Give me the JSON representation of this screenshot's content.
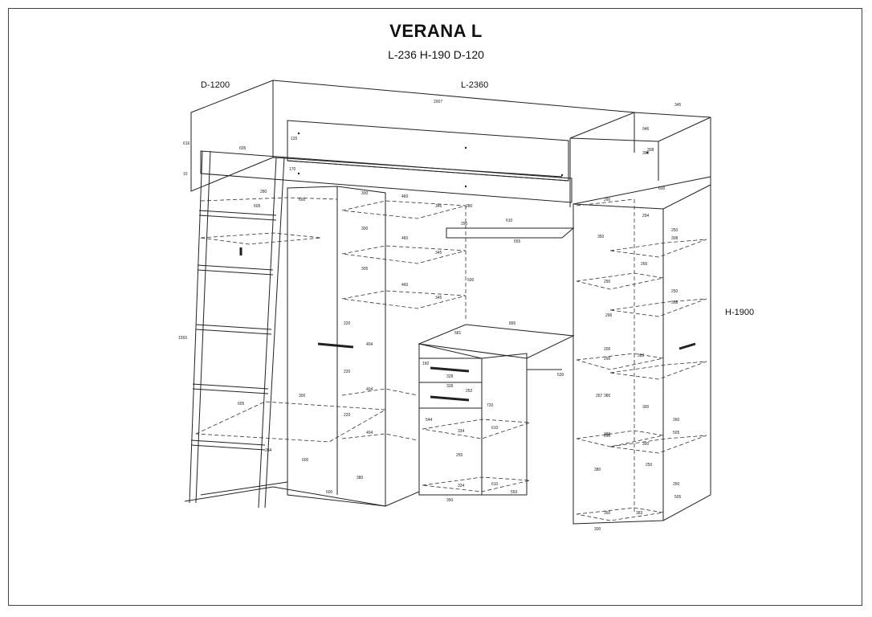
{
  "title": "VERANA L",
  "subtitle": "L-236 H-190 D-120",
  "dims": {
    "depth": "D-1200",
    "length": "L-2360",
    "height": "H-1900"
  },
  "measurements": [
    "2007",
    "345",
    "605",
    "616",
    "120",
    "170",
    "10",
    "280",
    "605",
    "600",
    "300",
    "460",
    "345",
    "300",
    "460",
    "345",
    "305",
    "460",
    "345",
    "220",
    "404",
    "220",
    "404",
    "220",
    "404",
    "280",
    "290",
    "610",
    "555",
    "500",
    "581",
    "895",
    "530",
    "160",
    "328",
    "328",
    "252",
    "720",
    "544",
    "334",
    "610",
    "255",
    "334",
    "610",
    "350",
    "550",
    "605",
    "300",
    "946",
    "1565",
    "204",
    "600",
    "600",
    "380",
    "290",
    "308",
    "350",
    "300",
    "600",
    "290",
    "294",
    "266",
    "250",
    "308",
    "296",
    "200",
    "250",
    "308",
    "290",
    "380",
    "383",
    "380",
    "267",
    "300",
    "260",
    "505",
    "290",
    "380",
    "250",
    "300",
    "505",
    "350",
    "383",
    "300",
    "250"
  ]
}
